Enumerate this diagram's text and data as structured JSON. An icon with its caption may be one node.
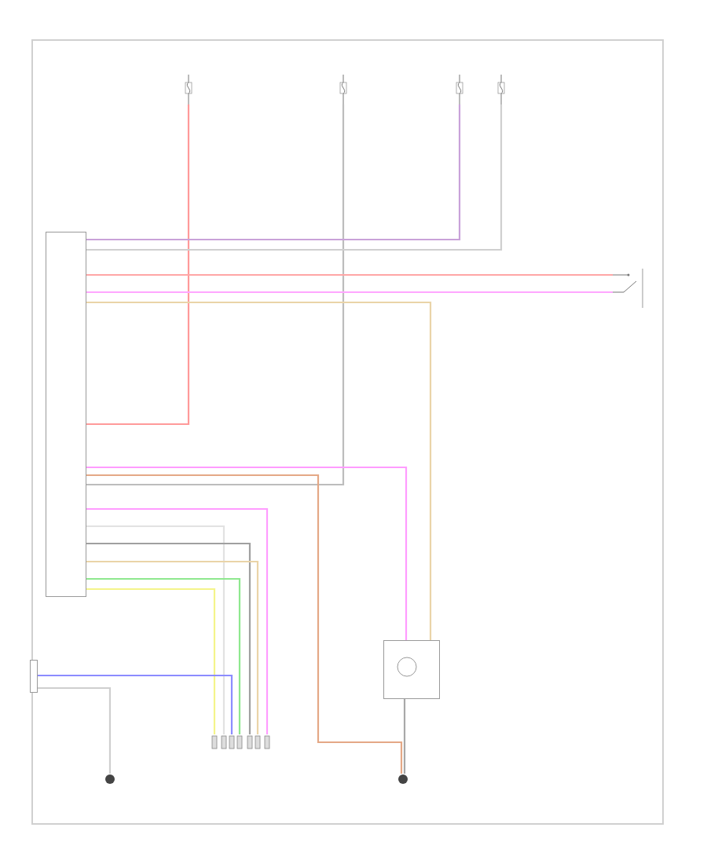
{
  "diagram": {
    "nodes": [
      {
        "text": [],
        "shape": "fuse"
      },
      {
        "text": [],
        "shape": "fuse"
      },
      {
        "text": [],
        "shape": "fuse"
      },
      {
        "text": [],
        "shape": "fuse"
      },
      {
        "text": [],
        "shape": "box"
      },
      {
        "text": [],
        "shape": "switch"
      },
      {
        "text": [],
        "shape": "connector"
      },
      {
        "text": [],
        "shape": "box"
      },
      {
        "text": [],
        "shape": "ground"
      },
      {
        "text": [],
        "shape": "motor"
      },
      {
        "text": [],
        "shape": "ground"
      }
    ],
    "edges": [
      {
        "from": 0,
        "to": 4,
        "arrow": "none",
        "color": "#ff9a9a"
      },
      {
        "from": 1,
        "to": 4,
        "arrow": "none",
        "color": "#bdbdbd"
      },
      {
        "from": 2,
        "to": 4,
        "arrow": "none",
        "color": "#c9a2d9"
      },
      {
        "from": 3,
        "to": 4,
        "arrow": "none",
        "color": "#cfcfcf"
      },
      {
        "from": 4,
        "to": 5,
        "arrow": "none",
        "color": "#ffa6a6"
      },
      {
        "from": 4,
        "to": 5,
        "arrow": "none",
        "color": "#ffa6ff"
      },
      {
        "from": 4,
        "to": 9,
        "arrow": "none",
        "color": "#ead4a8"
      },
      {
        "from": 4,
        "to": 9,
        "arrow": "none",
        "color": "#ff9cff"
      },
      {
        "from": 4,
        "to": 10,
        "arrow": "none",
        "color": "#e4a886"
      },
      {
        "from": 9,
        "to": 10,
        "arrow": "none",
        "color": "#a8a8a8"
      },
      {
        "from": 4,
        "to": 6,
        "arrow": "none",
        "color": "#ff9cff"
      },
      {
        "from": 4,
        "to": 6,
        "arrow": "none",
        "color": "#e2e2e2"
      },
      {
        "from": 4,
        "to": 6,
        "arrow": "none",
        "color": "#a0a0a0"
      },
      {
        "from": 4,
        "to": 6,
        "arrow": "none",
        "color": "#ead4a8"
      },
      {
        "from": 4,
        "to": 6,
        "arrow": "none",
        "color": "#8ee88e"
      },
      {
        "from": 4,
        "to": 6,
        "arrow": "none",
        "color": "#f4f48a"
      },
      {
        "from": 7,
        "to": 6,
        "arrow": "none",
        "color": "#8c8cff"
      },
      {
        "from": 7,
        "to": 8,
        "arrow": "none",
        "color": "#cfcfcf"
      }
    ]
  }
}
